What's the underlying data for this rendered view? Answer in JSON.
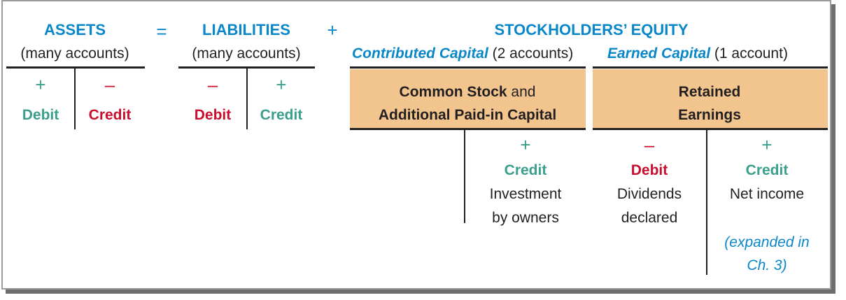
{
  "header": {
    "assets": "ASSETS",
    "equals": "=",
    "liabilities": "LIABILITIES",
    "plus": "+",
    "equity": "STOCKHOLDERS’ EQUITY"
  },
  "subheader": {
    "assets_sub": "(many accounts)",
    "liabilities_sub": "(many accounts)",
    "contributed_label": "Contributed Capital",
    "contributed_count": " (2 accounts)",
    "earned_label": "Earned Capital",
    "earned_count": " (1 account)"
  },
  "assets_account": {
    "left_sign": "+",
    "left_label": "Debit",
    "right_sign": "–",
    "right_label": "Credit"
  },
  "liabilities_account": {
    "left_sign": "–",
    "left_label": "Debit",
    "right_sign": "+",
    "right_label": "Credit"
  },
  "common_stock": {
    "line1_bold": "Common Stock",
    "line1_rest": " and",
    "line2": "Additional Paid-in Capital",
    "right_sign": "+",
    "right_label": "Credit",
    "right_desc_1": "Investment",
    "right_desc_2": "by owners"
  },
  "retained_earnings": {
    "line1": "Retained",
    "line2": "Earnings",
    "left_sign": "–",
    "left_label": "Debit",
    "left_desc_1": "Dividends",
    "left_desc_2": "declared",
    "right_sign": "+",
    "right_label": "Credit",
    "right_desc_1": "Net income",
    "note_1": "(expanded in",
    "note_2": "Ch. 3)"
  },
  "colors": {
    "header": "#0a87c8",
    "debit_credit_green": "#3aa08c",
    "debit_credit_red": "#c8102e",
    "box": "#f2c58f"
  }
}
